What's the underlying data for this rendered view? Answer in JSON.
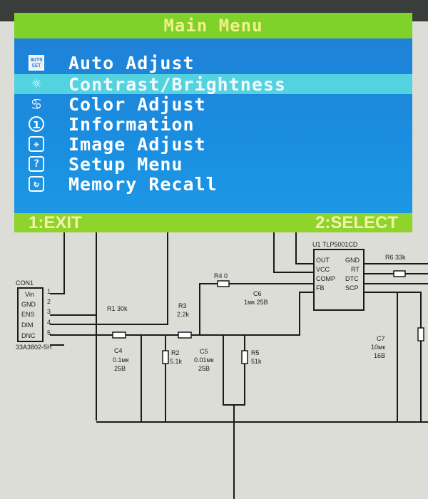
{
  "osd": {
    "title": "Main Menu",
    "items": [
      {
        "label": "Auto Adjust",
        "icon": "auto-set-icon",
        "icon_text": "AUTO SET"
      },
      {
        "label": "Contrast/Brightness",
        "icon": "sun-icon",
        "selected": true
      },
      {
        "label": "Color Adjust",
        "icon": "palette-icon"
      },
      {
        "label": "Information",
        "icon": "info-icon"
      },
      {
        "label": "Image Adjust",
        "icon": "image-adjust-icon"
      },
      {
        "label": "Setup Menu",
        "icon": "setup-icon"
      },
      {
        "label": "Memory Recall",
        "icon": "memory-recall-icon"
      }
    ],
    "exit_label": "1:EXIT",
    "select_label": "2:SELECT",
    "colors": {
      "bar": "#7fd22a",
      "panel": "#1f8ee0",
      "highlight": "#53d2e0"
    }
  },
  "schematic": {
    "labels": {
      "con": "CON1",
      "vin": "Vin",
      "gnd": "GND",
      "ens": "ENS",
      "dim": "DIM",
      "dnc": "DNC",
      "part": "33A3802-5H",
      "p1": "1",
      "p2": "2",
      "p3": "3",
      "p4": "4",
      "p5": "5",
      "r1": "R1 30k",
      "r3": "R3",
      "r3v": "2.2k",
      "r4": "R4  0",
      "c6": "C6",
      "c6v": "1мк 25В",
      "c4": "C4",
      "c4v": "0.1мк",
      "c4u": "25В",
      "r2": "R2",
      "r2v": "5.1k",
      "c5": "C5",
      "c5v": "0.01мк",
      "c5u": "25В",
      "r5": "R5",
      "r5v": "51k",
      "u1": "U1 TLP5001CD",
      "out": "OUT",
      "vcc": "VCC",
      "comp": "COMP",
      "fb": "FB",
      "ugnd": "GND",
      "rt": "RT",
      "dtc": "DTC",
      "scp": "SCP",
      "r6": "R6 33k",
      "c7": "C7",
      "c7v": "10мк",
      "c7u": "16В"
    }
  }
}
